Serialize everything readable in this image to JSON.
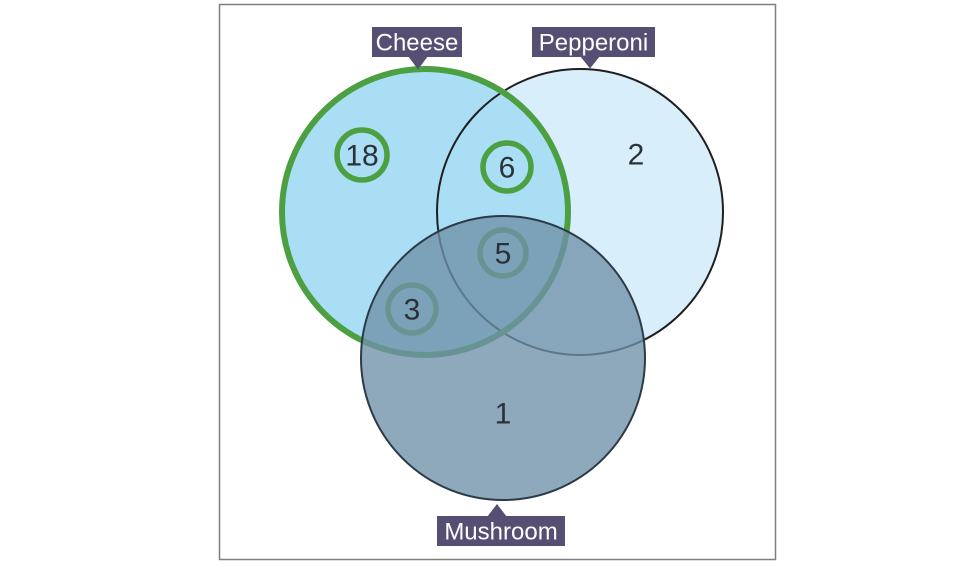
{
  "venn": {
    "sets": [
      {
        "id": "cheese",
        "label": "Cheese",
        "fill": "#a9def5",
        "stroke": "#4ca041"
      },
      {
        "id": "pepperoni",
        "label": "Pepperoni",
        "fill": "#d9eefb",
        "stroke": "#1f1f1f"
      },
      {
        "id": "mushroom",
        "label": "Mushroom",
        "fill": "#6f91a9",
        "stroke": "#2c3a46"
      }
    ],
    "regions": [
      {
        "name": "cheese-only",
        "value": 18,
        "circled": true
      },
      {
        "name": "cheese-and-pepperoni",
        "value": 6,
        "circled": true
      },
      {
        "name": "pepperoni-only",
        "value": 2,
        "circled": false
      },
      {
        "name": "all-three",
        "value": 5,
        "circled": true
      },
      {
        "name": "cheese-and-mushroom",
        "value": 3,
        "circled": true
      },
      {
        "name": "mushroom-only",
        "value": 1,
        "circled": false
      }
    ],
    "ring_color": "#4ca041",
    "label_bg": "#564f73",
    "label_text_color": "#ffffff",
    "number_color": "#2b3138",
    "frame_border_color": "#7f7f7f",
    "background_color": "#ffffff"
  }
}
